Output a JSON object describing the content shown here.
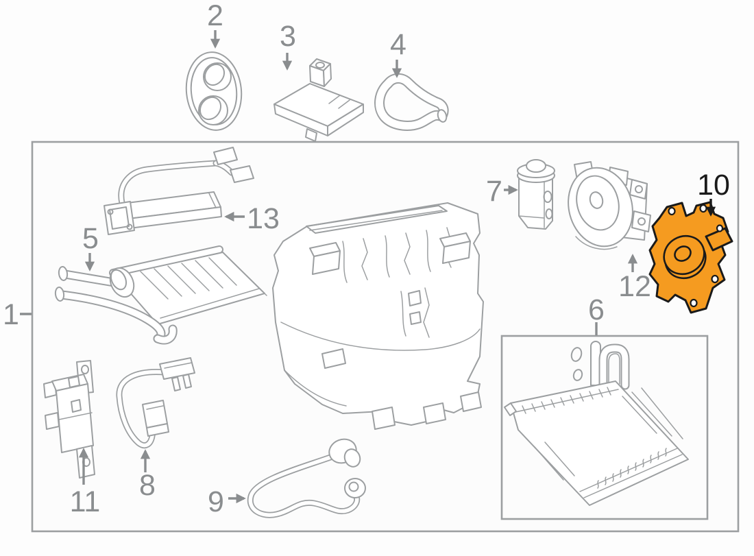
{
  "diagram": {
    "type": "exploded-parts-diagram",
    "highlighted_callout": "10",
    "callouts": {
      "c1": {
        "label": "1"
      },
      "c2": {
        "label": "2"
      },
      "c3": {
        "label": "3"
      },
      "c4": {
        "label": "4"
      },
      "c5": {
        "label": "5"
      },
      "c6": {
        "label": "6"
      },
      "c7": {
        "label": "7"
      },
      "c8": {
        "label": "8"
      },
      "c9": {
        "label": "9"
      },
      "c10": {
        "label": "10"
      },
      "c11": {
        "label": "11"
      },
      "c12": {
        "label": "12"
      },
      "c13": {
        "label": "13"
      }
    },
    "colors": {
      "highlight": "#F59B20",
      "highlight_outline": "#1A1A1A",
      "line": "#9C9FA1",
      "label": "#8A8D8F",
      "highlight_label": "#1A1A1A",
      "panel": "#FCFCFC",
      "background": "#FDFDFD"
    }
  }
}
